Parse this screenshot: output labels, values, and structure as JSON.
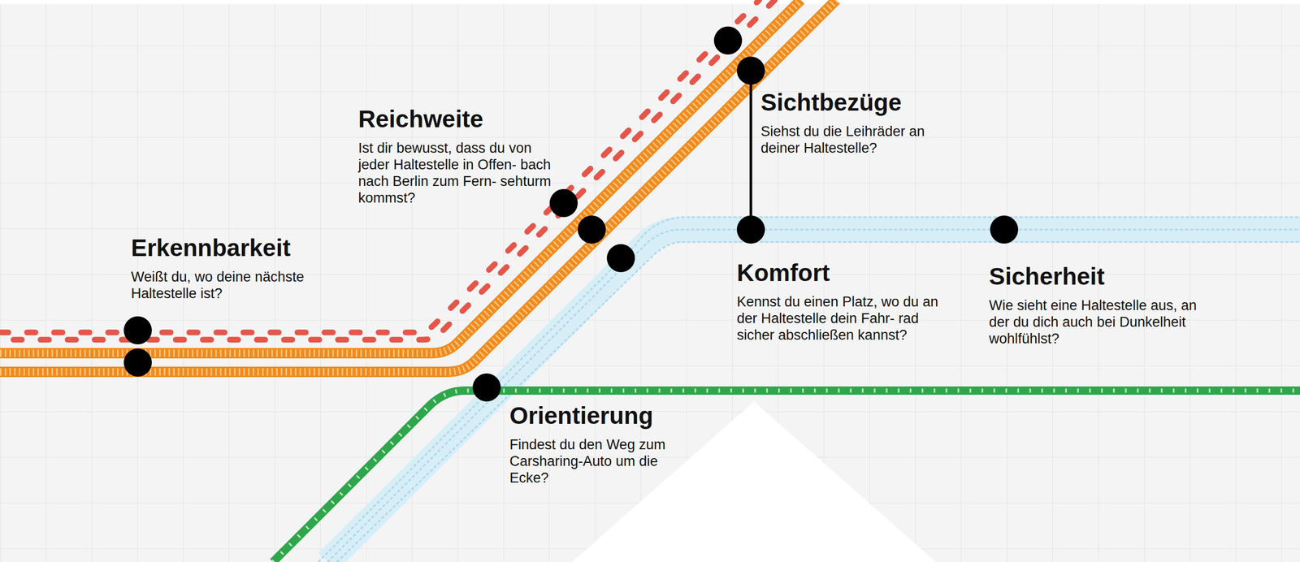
{
  "diagram": {
    "nodes": [
      {
        "text": [
          "Sichtbezüge",
          "Siehst du die Leihräder an deiner Haltestelle?"
        ]
      },
      {
        "text": [
          "Reichweite",
          "Ist dir bewusst, dass du von jeder Haltestelle in Offen- bach nach Berlin zum Fern- sehturm kommst?"
        ]
      },
      {
        "text": [
          "Erkennbarkeit",
          "Weißt du, wo deine nächste Haltestelle ist?"
        ]
      },
      {
        "text": [
          "Komfort",
          "Kennst du einen Platz, wo du an der Haltestelle dein Fahr- rad sicher abschließen kannst?"
        ]
      },
      {
        "text": [
          "Sicherheit",
          "Wie sieht eine Haltestelle aus, an der du dich auch bei Dunkelheit wohlfühlst?"
        ]
      },
      {
        "text": [
          "Orientierung",
          "Findest du den Weg zum Carsharing-Auto um die Ecke?"
        ]
      }
    ]
  }
}
